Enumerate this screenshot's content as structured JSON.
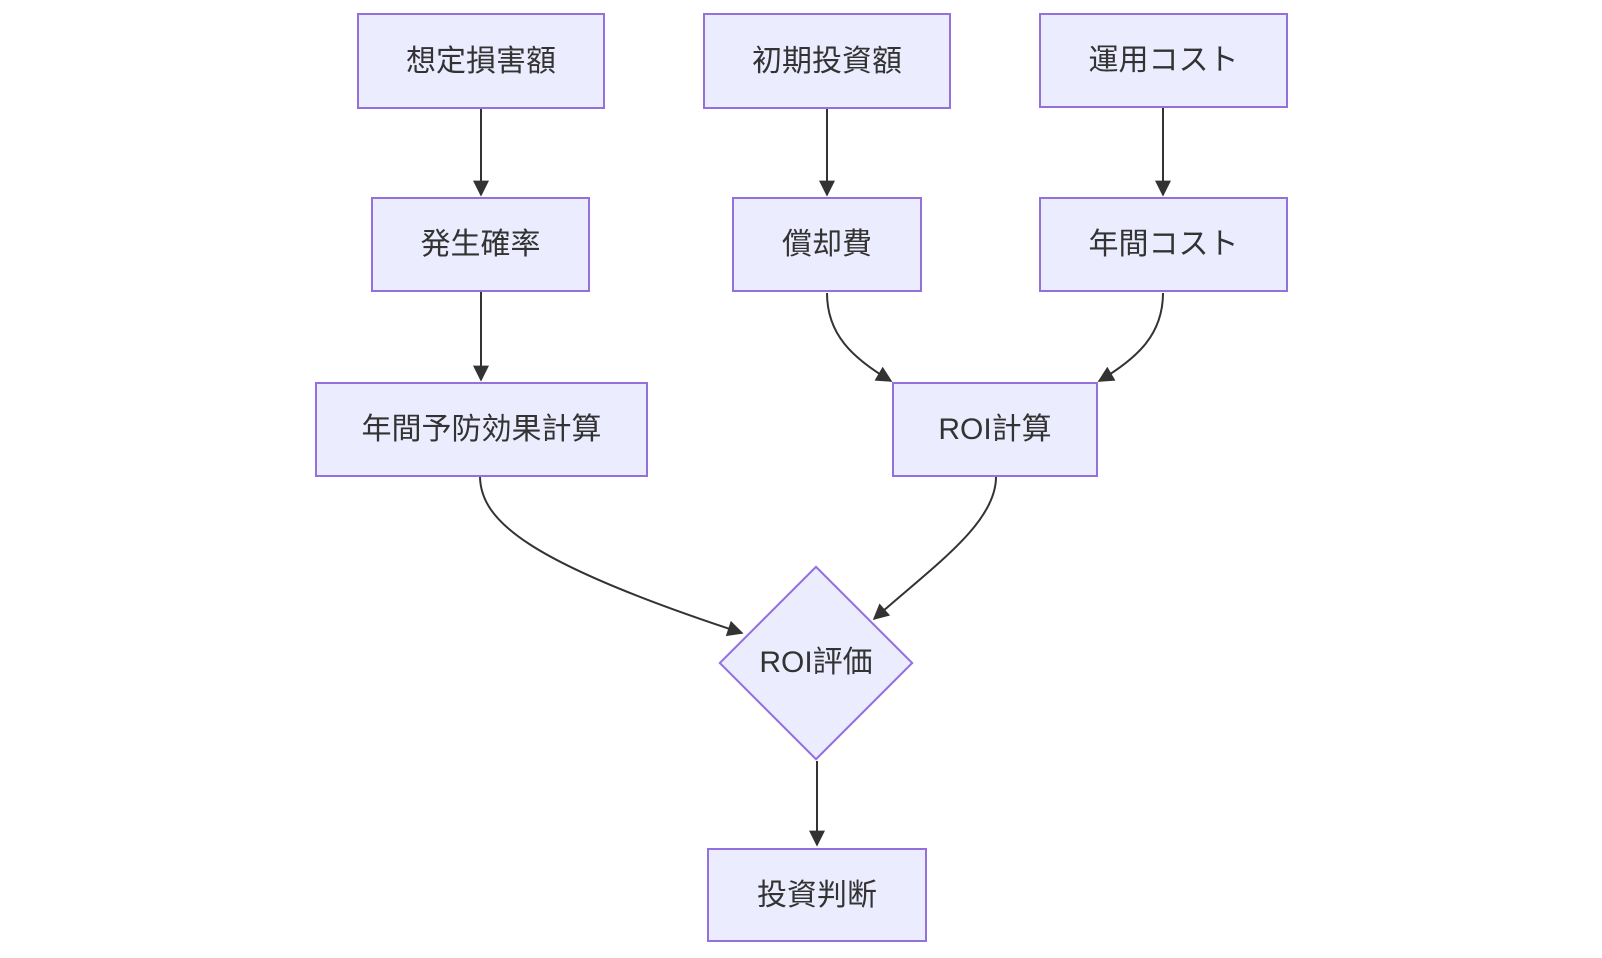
{
  "diagram": {
    "type": "flowchart",
    "direction": "top-down",
    "background_color": "#FFFFFF",
    "node_fill_color": "#ECECFF",
    "node_border_color": "#9370DB",
    "edge_color": "#333333",
    "text_color": "#333333",
    "nodes": {
      "expected_damage": {
        "label": "想定損害額",
        "shape": "rectangle"
      },
      "initial_investment": {
        "label": "初期投資額",
        "shape": "rectangle"
      },
      "operating_cost": {
        "label": "運用コスト",
        "shape": "rectangle"
      },
      "occurrence_probability": {
        "label": "発生確率",
        "shape": "rectangle"
      },
      "depreciation": {
        "label": "償却費",
        "shape": "rectangle"
      },
      "annual_cost": {
        "label": "年間コスト",
        "shape": "rectangle"
      },
      "annual_prevention_calc": {
        "label": "年間予防効果計算",
        "shape": "rectangle"
      },
      "roi_calc": {
        "label": "ROI計算",
        "shape": "rectangle"
      },
      "roi_eval": {
        "label": "ROI評価",
        "shape": "diamond"
      },
      "investment_decision": {
        "label": "投資判断",
        "shape": "rectangle"
      }
    },
    "edges": [
      {
        "from": "想定損害額",
        "to": "発生確率"
      },
      {
        "from": "初期投資額",
        "to": "償却費"
      },
      {
        "from": "運用コスト",
        "to": "年間コスト"
      },
      {
        "from": "発生確率",
        "to": "年間予防効果計算"
      },
      {
        "from": "償却費",
        "to": "ROI計算"
      },
      {
        "from": "年間コスト",
        "to": "ROI計算"
      },
      {
        "from": "年間予防効果計算",
        "to": "ROI評価"
      },
      {
        "from": "ROI計算",
        "to": "ROI評価"
      },
      {
        "from": "ROI評価",
        "to": "投資判断"
      }
    ]
  }
}
